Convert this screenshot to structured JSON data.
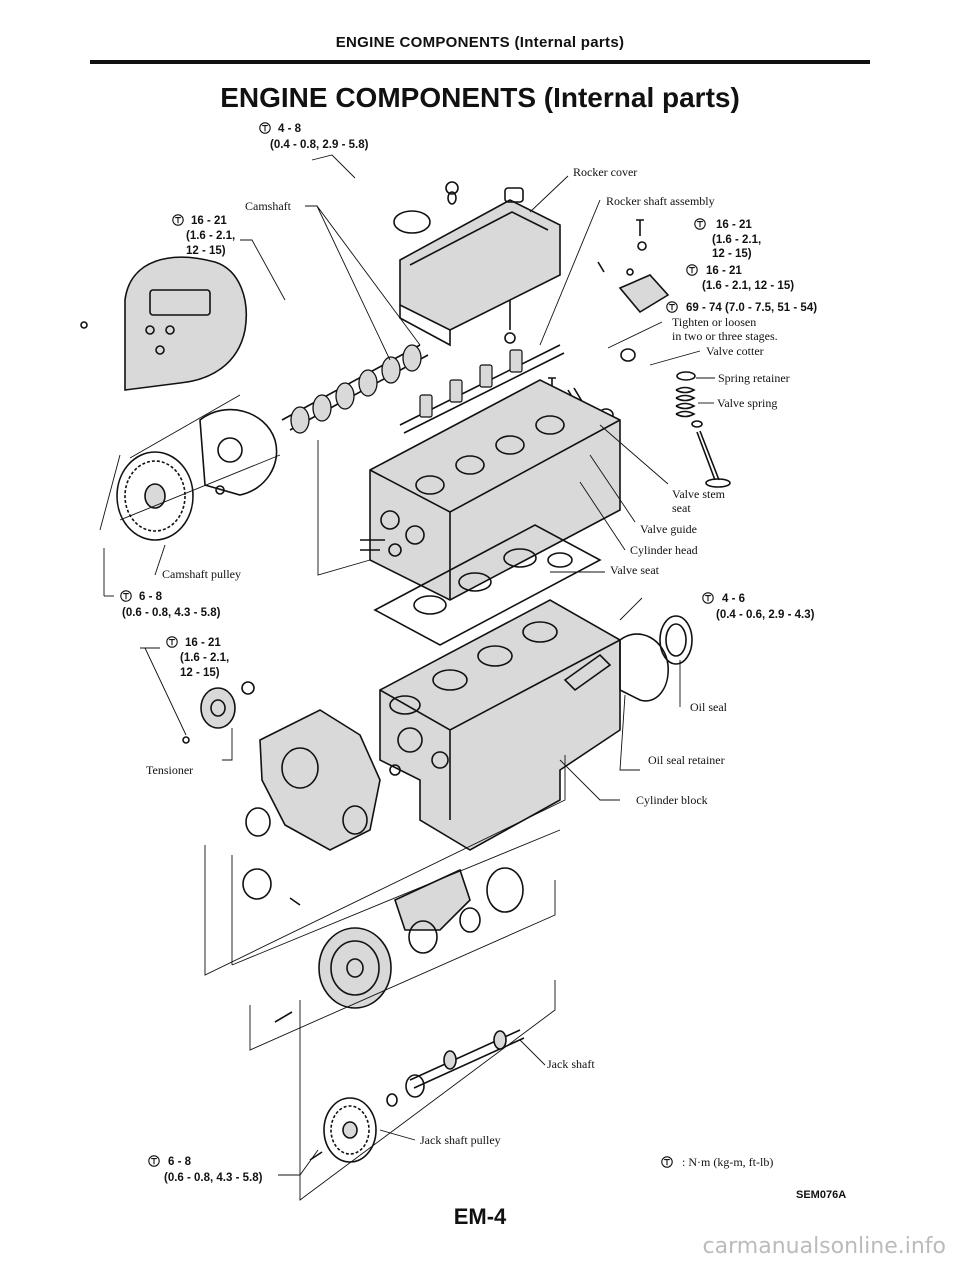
{
  "header": {
    "running_head": "ENGINE COMPONENTS (Internal parts)",
    "title": "ENGINE COMPONENTS (Internal parts)"
  },
  "labels": {
    "rocker_cover": "Rocker cover",
    "rocker_shaft_assembly": "Rocker shaft assembly",
    "camshaft": "Camshaft",
    "tighten_1": "Tighten or loosen",
    "tighten_2": "in two or three stages.",
    "valve_cotter": "Valve cotter",
    "spring_retainer": "Spring retainer",
    "valve_spring": "Valve spring",
    "valve_stem_seat_1": "Valve stem",
    "valve_stem_seat_2": "seat",
    "valve_guide": "Valve guide",
    "cylinder_head": "Cylinder head",
    "valve_seat": "Valve seat",
    "camshaft_pulley": "Camshaft pulley",
    "oil_seal": "Oil seal",
    "oil_seal_retainer": "Oil seal retainer",
    "cylinder_block": "Cylinder block",
    "tensioner": "Tensioner",
    "jack_shaft": "Jack shaft",
    "jack_shaft_pulley": "Jack shaft pulley"
  },
  "torques": {
    "rocker_cover": {
      "nm": "4 - 8",
      "alt": "(0.4 - 0.8, 2.9 - 5.8)"
    },
    "camshaft": {
      "nm": "16 - 21",
      "alt1": "(1.6 - 2.1,",
      "alt2": "12 - 15)"
    },
    "rocker_shaft_1": {
      "nm": "16 - 21",
      "alt1": "(1.6 - 2.1,",
      "alt2": "12 - 15)"
    },
    "rocker_shaft_2": {
      "nm": "16 - 21",
      "alt": "(1.6 - 2.1, 12 - 15)"
    },
    "rocker_shaft_3": {
      "nm": "69 - 74 (7.0 - 7.5, 51 - 54)"
    },
    "camshaft_pulley": {
      "nm": "6 - 8",
      "alt": "(0.6 - 0.8, 4.3 - 5.8)"
    },
    "tensioner": {
      "nm": "16 - 21",
      "alt1": "(1.6 - 2.1,",
      "alt2": "12 - 15)"
    },
    "oil_seal_retainer": {
      "nm": "4 - 6",
      "alt": "(0.4 - 0.6, 2.9 - 4.3)"
    },
    "jack_shaft_pulley": {
      "nm": "6 - 8",
      "alt": "(0.6 - 0.8, 4.3 - 5.8)"
    }
  },
  "legend": {
    "text": ": N·m (kg-m, ft-lb)"
  },
  "figure_code": "SEM076A",
  "page_number": "EM-4",
  "watermark": "carmanualsonline.info"
}
